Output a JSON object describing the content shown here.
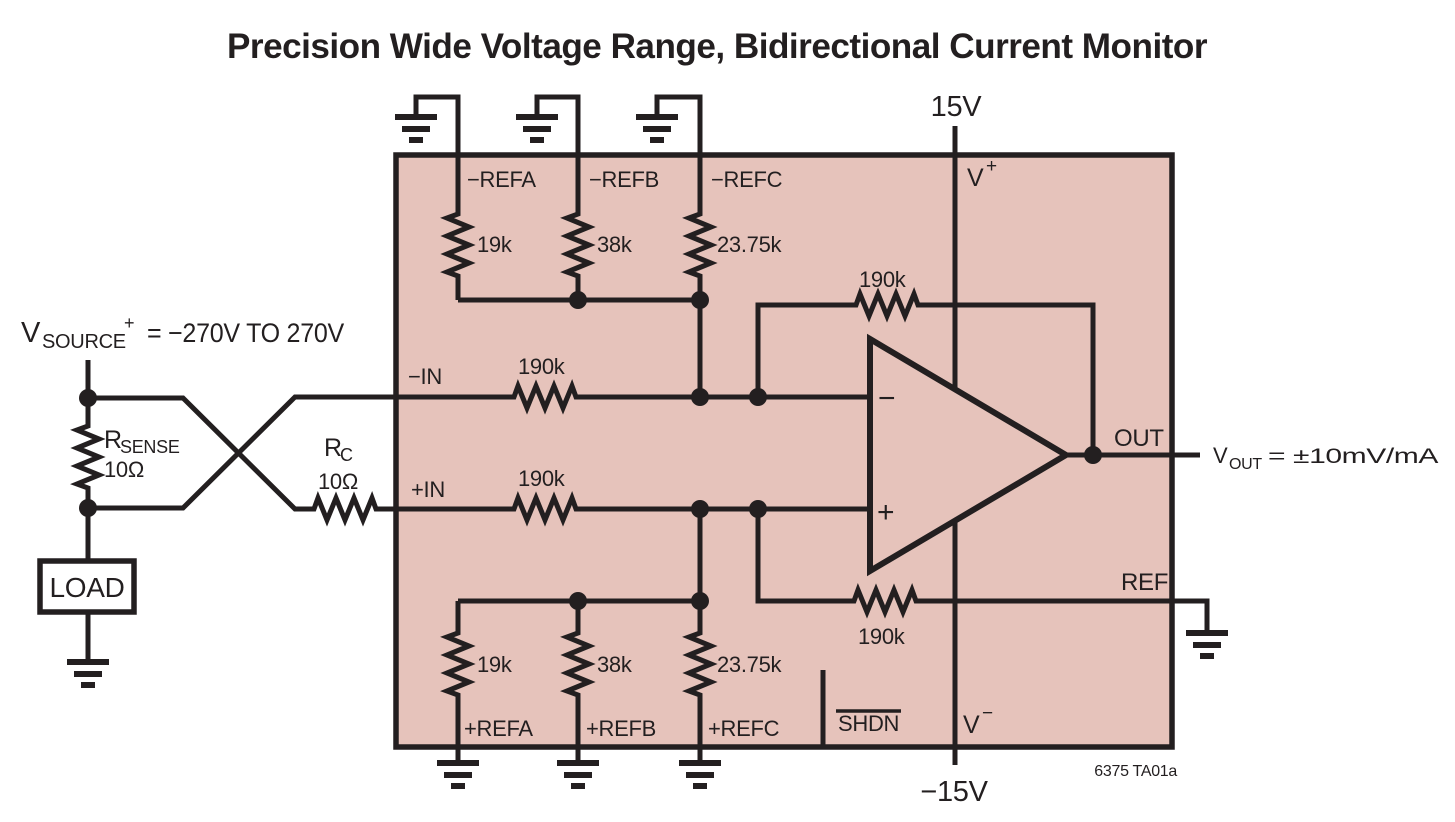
{
  "title": "Precision Wide Voltage Range, Bidirectional Current Monitor",
  "colors": {
    "ic_fill": "#e6c3bb",
    "line": "#231f20"
  },
  "source": {
    "base": "V",
    "sub": "SOURCE",
    "sup": "+",
    "range": "= −270V TO 270V"
  },
  "sense_resistor": {
    "base": "R",
    "sub": "SENSE",
    "value": "10Ω"
  },
  "comp_resistor": {
    "base": "R",
    "sub": "C",
    "value": "10Ω"
  },
  "load": "LOAD",
  "supplies": {
    "pos_rail": "15V",
    "neg_rail": "−15V",
    "v_plus_base": "V",
    "v_plus_sup": "+",
    "v_minus_base": "V",
    "v_minus_sup": "−"
  },
  "ic": {
    "top_pins": [
      {
        "pin": "−REFA",
        "value": "19k"
      },
      {
        "pin": "−REFB",
        "value": "38k"
      },
      {
        "pin": "−REFC",
        "value": "23.75k"
      }
    ],
    "bottom_pins": [
      {
        "pin": "+REFA",
        "value": "19k"
      },
      {
        "pin": "+REFB",
        "value": "38k"
      },
      {
        "pin": "+REFC",
        "value": "23.75k"
      }
    ],
    "neg_input": {
      "pin": "−IN",
      "value": "190k"
    },
    "pos_input": {
      "pin": "+IN",
      "value": "190k"
    },
    "feedback_resistor": "190k",
    "ref_resistor": "190k",
    "opamp": {
      "inverting": "−",
      "noninverting": "+"
    },
    "out_pin": "OUT",
    "ref_pin": "REF",
    "shdn_pin": "SHDN"
  },
  "output": {
    "base": "V",
    "sub": "OUT",
    "value": "= ±10mV/mA"
  },
  "figure_id": "6375 TA01a"
}
